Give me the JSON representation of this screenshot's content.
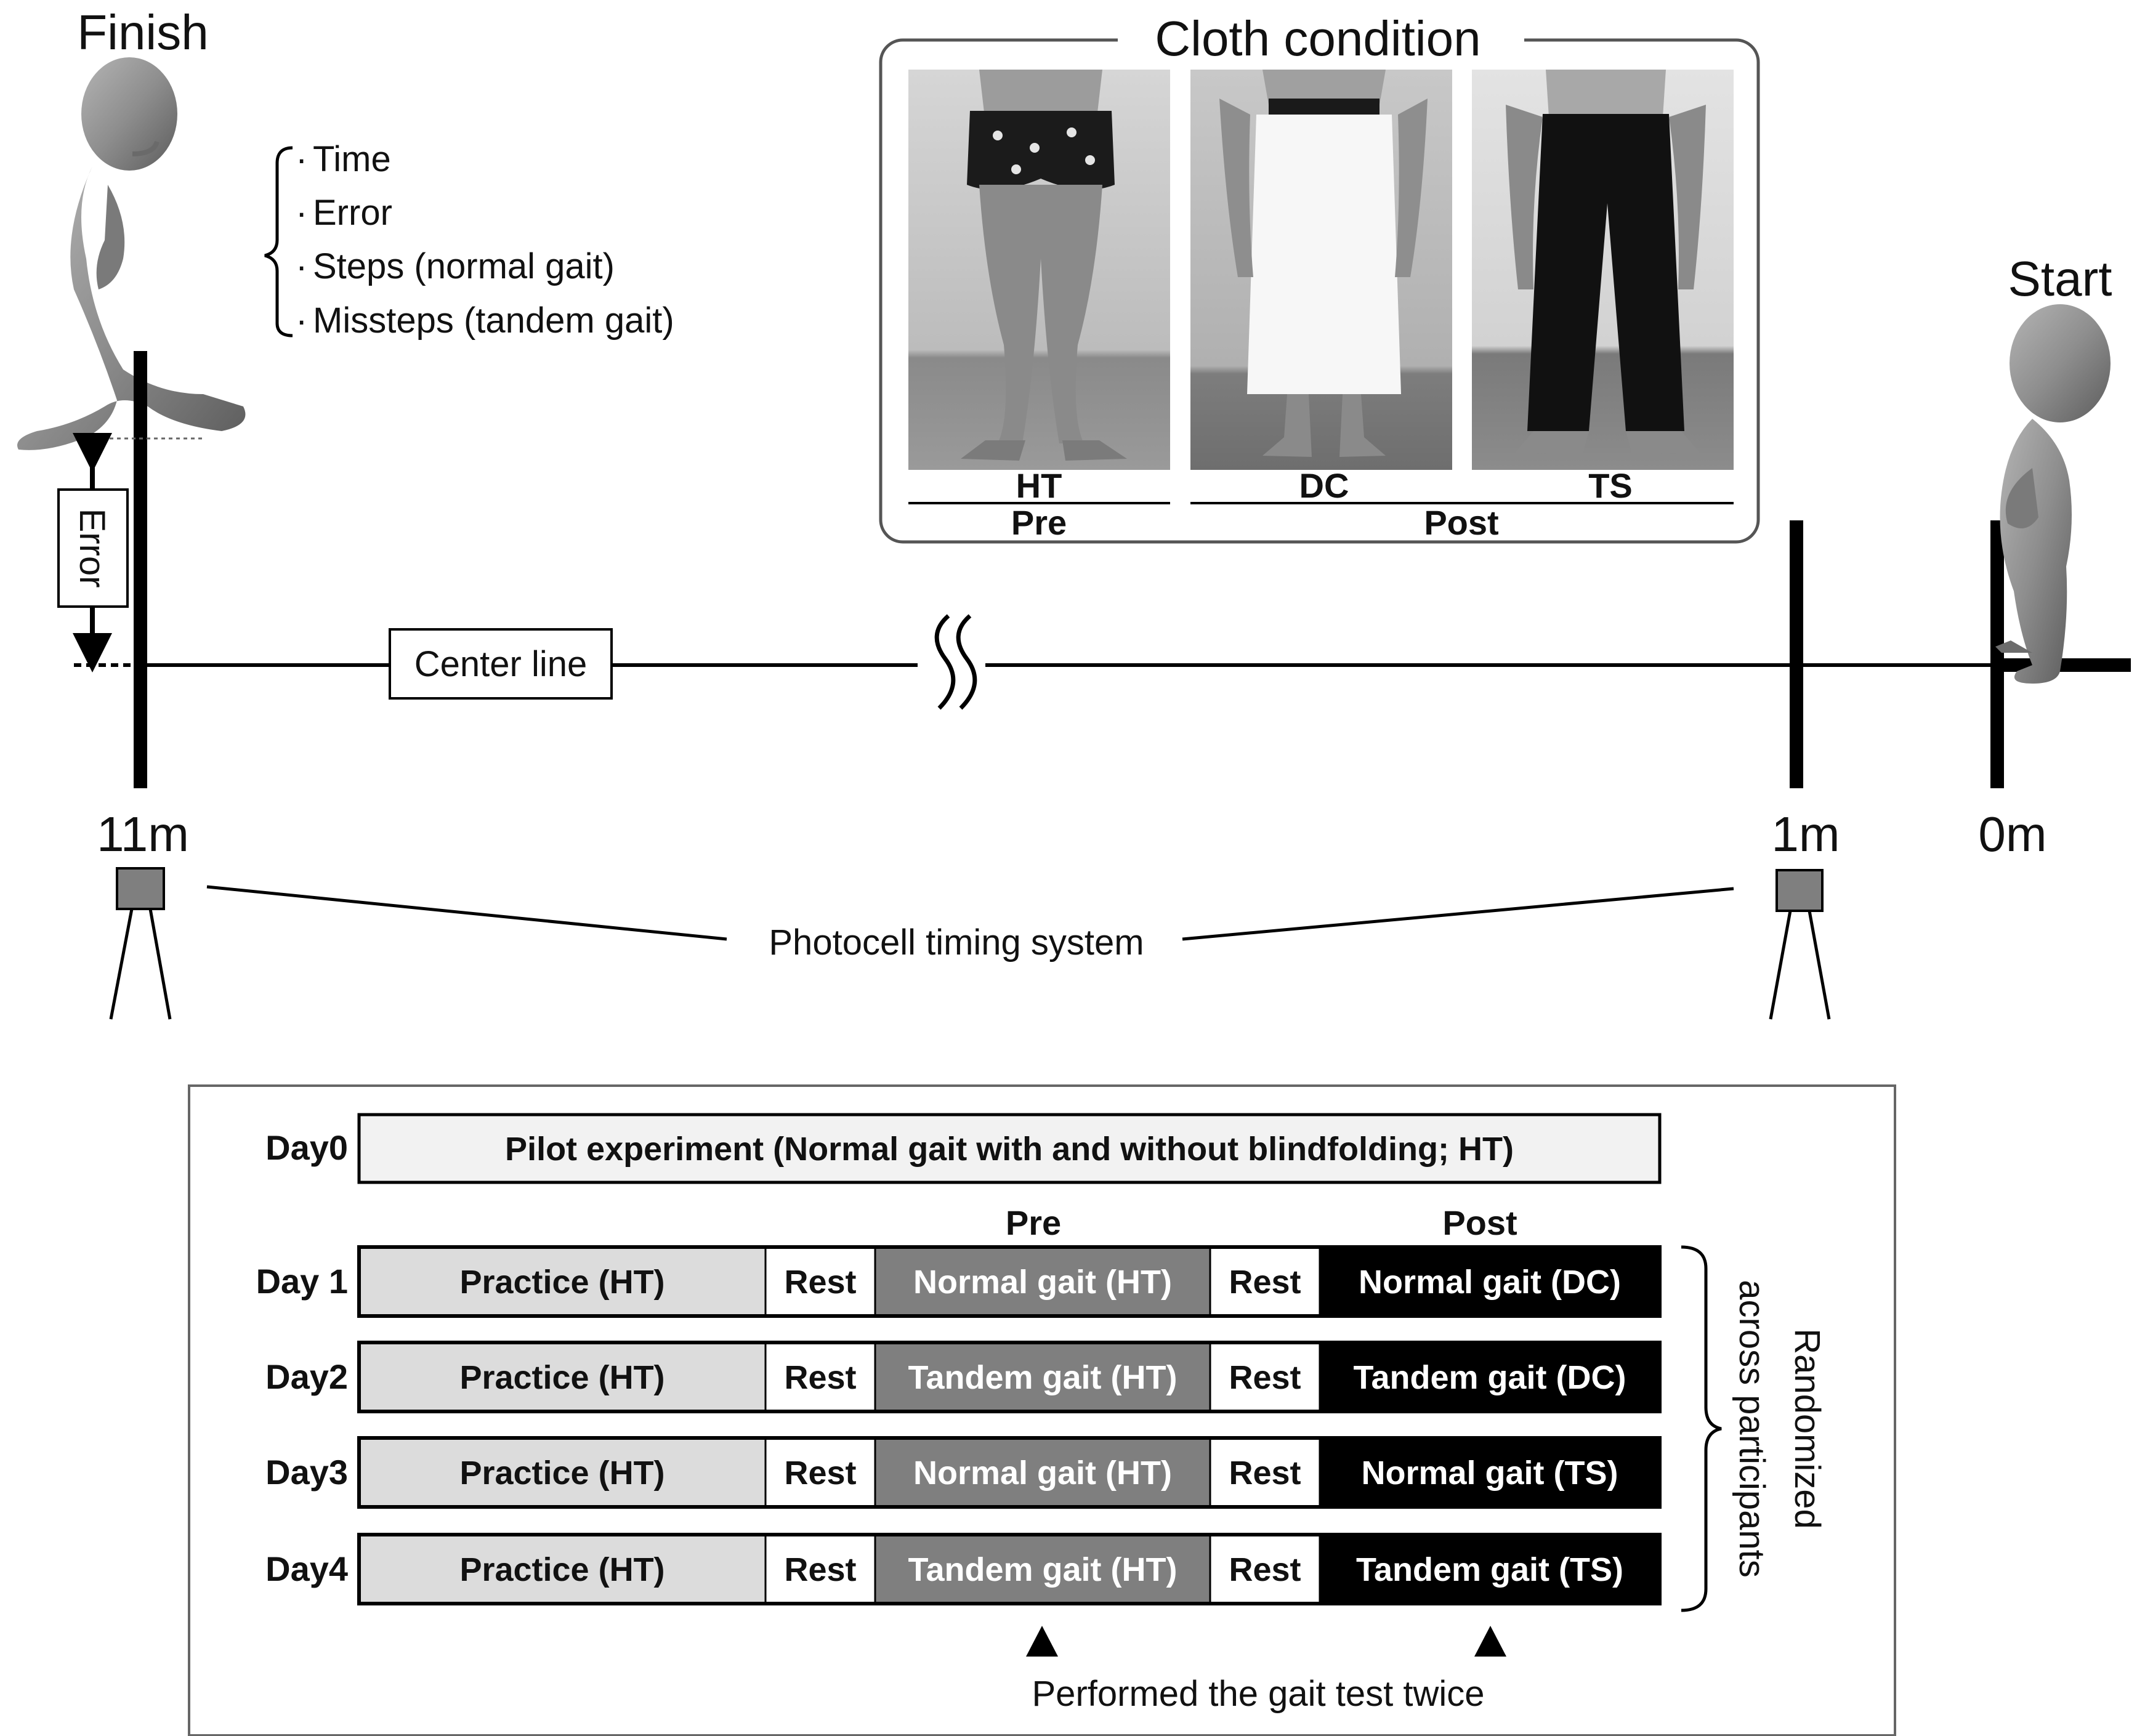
{
  "figure": {
    "finish_label": "Finish",
    "start_label": "Start",
    "measures": [
      "Time",
      "Error",
      "Steps (normal gait)",
      "Missteps (tandem gait)"
    ],
    "error_label": "Error",
    "center_line_label": "Center line",
    "distance_labels": {
      "finish": "11m",
      "one": "1m",
      "zero": "0m"
    },
    "photocell_label": "Photocell timing system",
    "cloth": {
      "title": "Cloth condition",
      "items": [
        {
          "code": "HT",
          "description": "swim trunks, bare legs"
        },
        {
          "code": "DC",
          "description": "white towel wrapped around waist"
        },
        {
          "code": "TS",
          "description": "black track pants"
        }
      ],
      "phases": {
        "pre": "Pre",
        "post": "Post"
      }
    }
  },
  "schedule": {
    "day0": {
      "label": "Day0",
      "text": "Pilot experiment (Normal gait with and without blindfolding; HT)"
    },
    "pre_header": "Pre",
    "post_header": "Post",
    "rows": [
      {
        "day": "Day 1",
        "practice": "Practice (HT)",
        "rest1": "Rest",
        "pre": "Normal gait (HT)",
        "rest2": "Rest",
        "post": "Normal gait (DC)"
      },
      {
        "day": "Day2",
        "practice": "Practice (HT)",
        "rest1": "Rest",
        "pre": "Tandem gait (HT)",
        "rest2": "Rest",
        "post": "Tandem gait (DC)"
      },
      {
        "day": "Day3",
        "practice": "Practice (HT)",
        "rest1": "Rest",
        "pre": "Normal gait (HT)",
        "rest2": "Rest",
        "post": "Normal gait (TS)"
      },
      {
        "day": "Day4",
        "practice": "Practice (HT)",
        "rest1": "Rest",
        "pre": "Tandem gait (HT)",
        "rest2": "Rest",
        "post": "Tandem gait (TS)"
      }
    ],
    "randomized_line1": "Randomized",
    "randomized_line2": "across participants",
    "twice_note": "Performed the gait test twice"
  },
  "colors": {
    "practice_fill": "#dcdcdc",
    "pre_fill": "#7f7f7f",
    "post_fill": "#000000",
    "rest_fill": "#ffffff",
    "pilot_fill": "#f2f2f2"
  }
}
